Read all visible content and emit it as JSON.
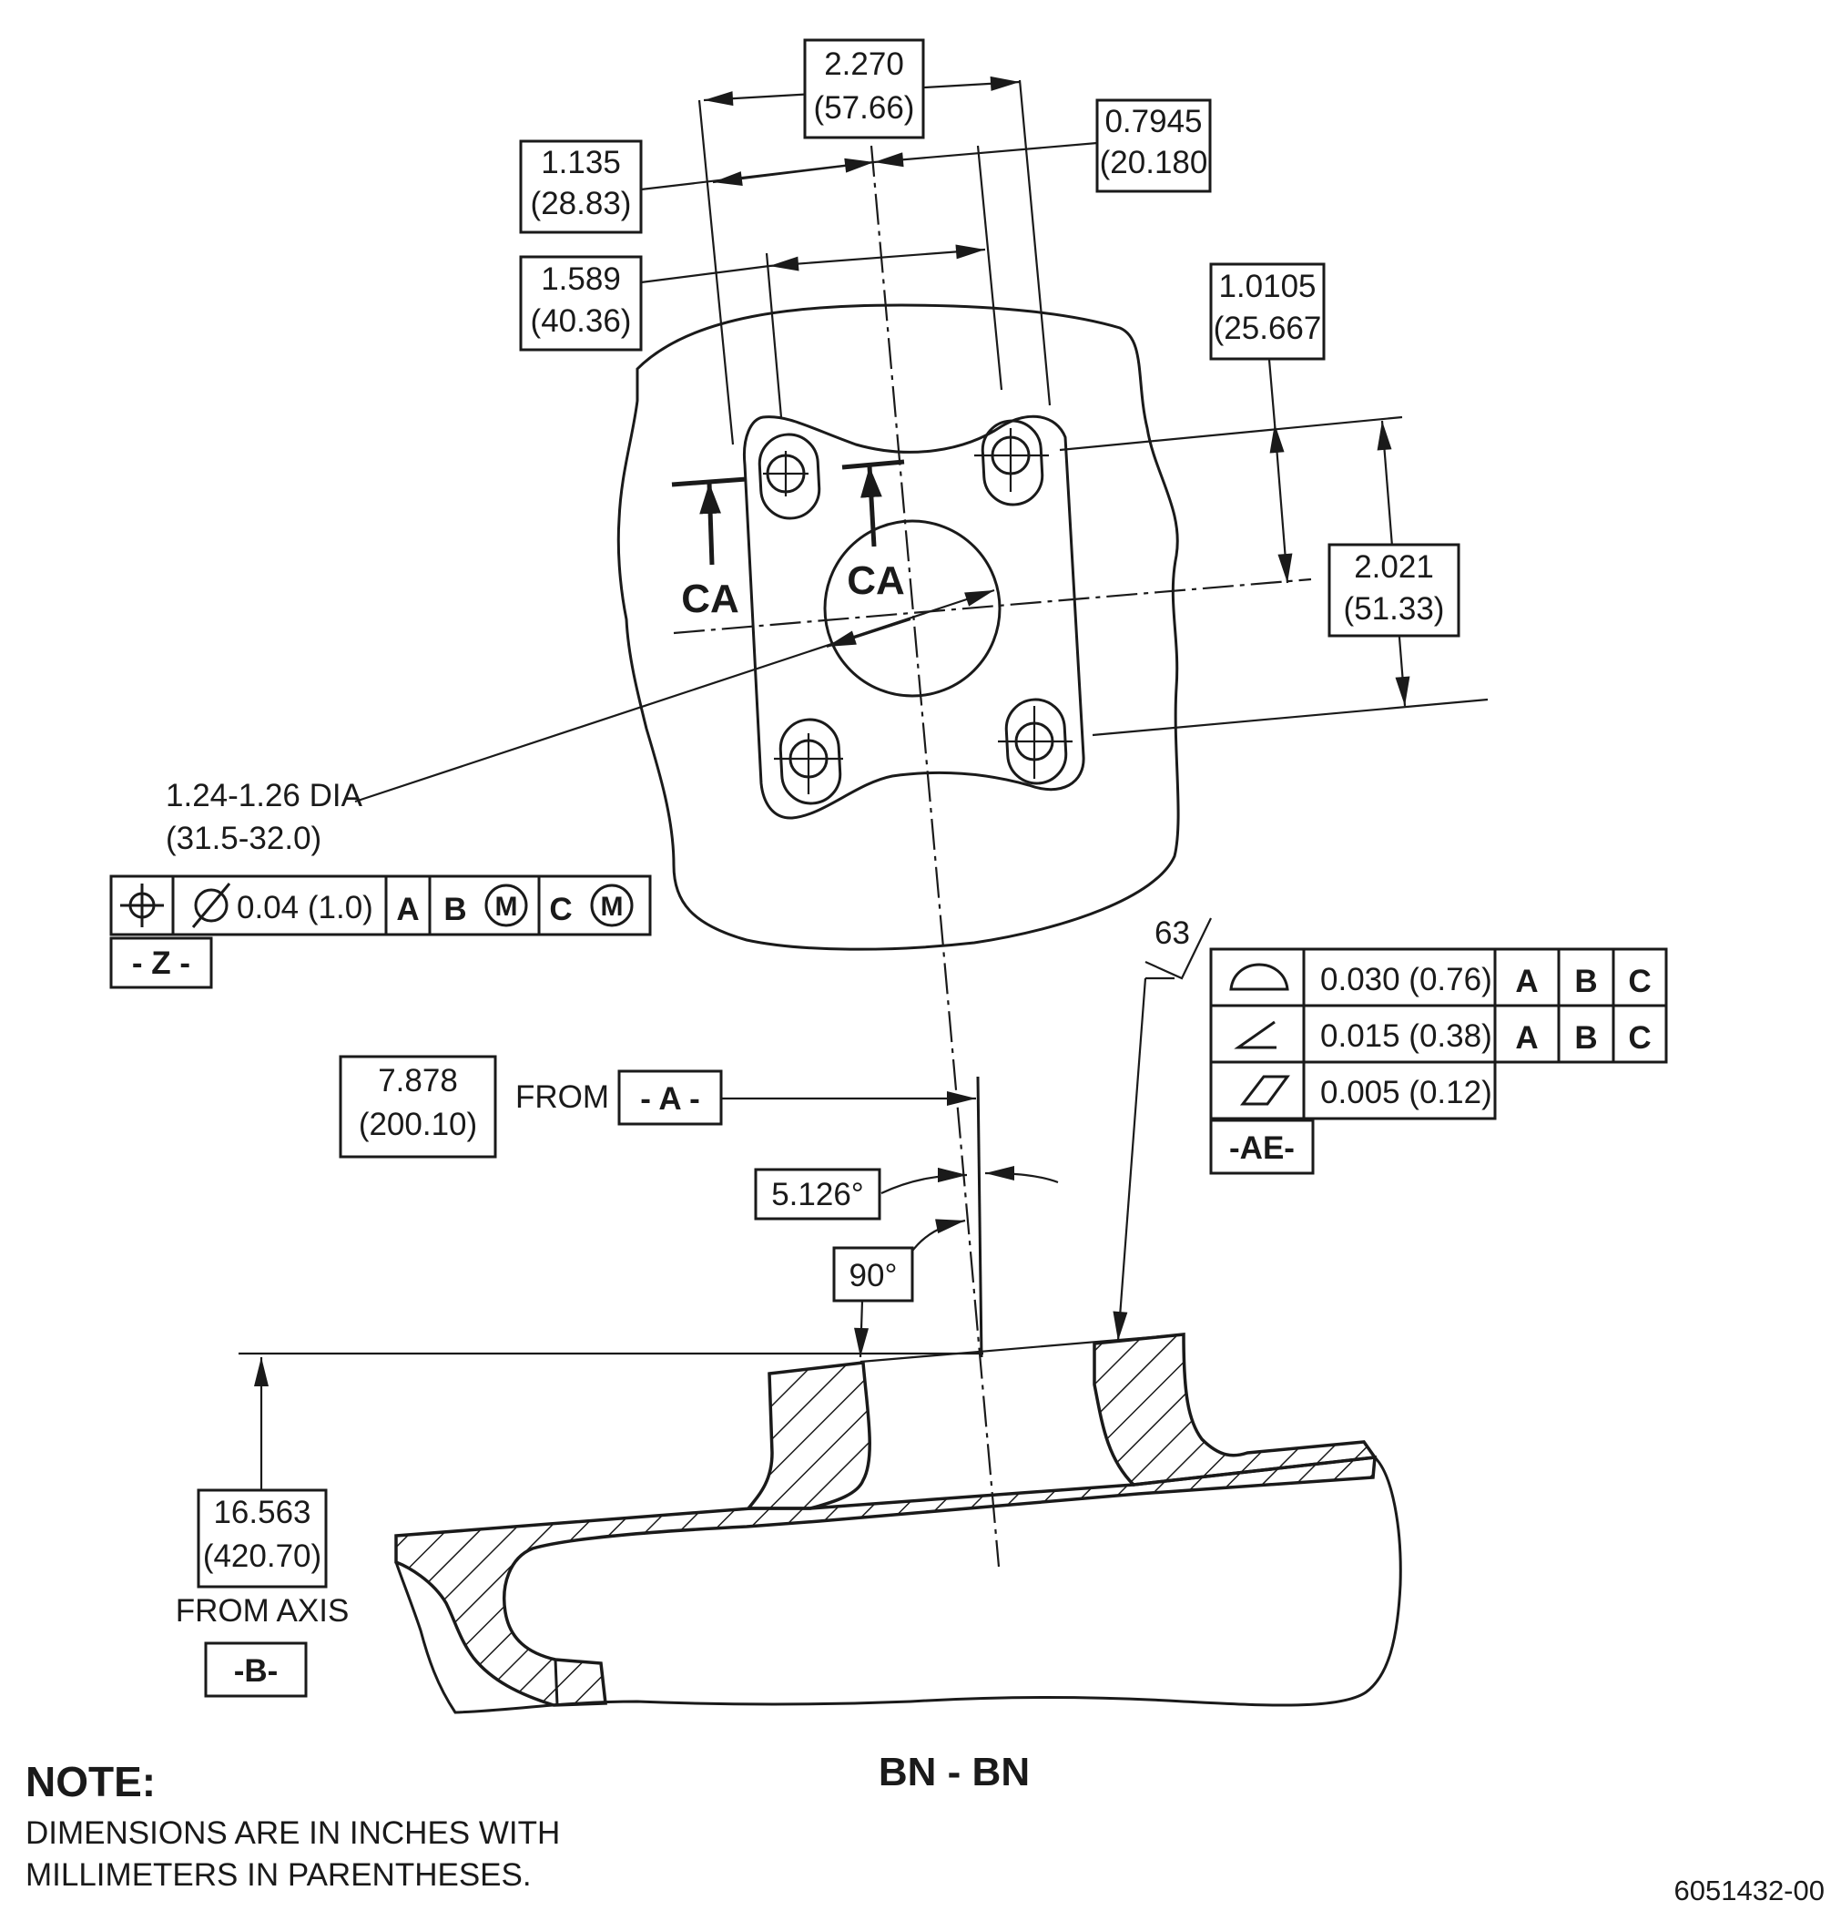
{
  "dimensions": {
    "d_2270": {
      "in": "2.270",
      "mm": "(57.66)"
    },
    "d_1135": {
      "in": "1.135",
      "mm": "(28.83)"
    },
    "d_07945": {
      "in": "0.7945",
      "mm": "(20.180"
    },
    "d_1589": {
      "in": "1.589",
      "mm": "(40.36)"
    },
    "d_10105": {
      "in": "1.0105",
      "mm": "(25.667"
    },
    "d_2021": {
      "in": "2.021",
      "mm": "(51.33)"
    },
    "d_7878": {
      "in": "7.878",
      "mm": "(200.10)"
    },
    "d_16563": {
      "in": "16.563",
      "mm": "(420.70)"
    }
  },
  "bore": {
    "line1": "1.24-1.26 DIA",
    "line2": "(31.5-32.0)"
  },
  "cutting_labels": {
    "left": "CA",
    "right": "CA"
  },
  "position_fcf": {
    "symbol": "position",
    "tolerance": "0.04 (1.0)",
    "datum1": "A",
    "datum2": "B",
    "datum3": "C",
    "modifier": "M",
    "datum_label": "- Z -"
  },
  "from_a": {
    "from": "FROM",
    "datum": "- A -"
  },
  "angles": {
    "a1": "5.126°",
    "a2": "90°"
  },
  "surface_finish": "63",
  "fcf_right": {
    "rows": [
      {
        "symbol": "profile-of-surface",
        "tolerance": "0.030 (0.76)",
        "datums": [
          "A",
          "B",
          "C"
        ]
      },
      {
        "symbol": "angularity",
        "tolerance": "0.015 (0.38)",
        "datums": [
          "A",
          "B",
          "C"
        ]
      },
      {
        "symbol": "flatness",
        "tolerance": "0.005 (0.12)",
        "datums": []
      }
    ],
    "datum_label": "-AE-"
  },
  "from_axis": {
    "text": "FROM AXIS",
    "datum": "-B-"
  },
  "section_title": "BN - BN",
  "note": {
    "heading": "NOTE:",
    "line1": "DIMENSIONS ARE IN INCHES WITH",
    "line2": "MILLIMETERS IN PARENTHESES."
  },
  "drawing_number": "6051432-00"
}
